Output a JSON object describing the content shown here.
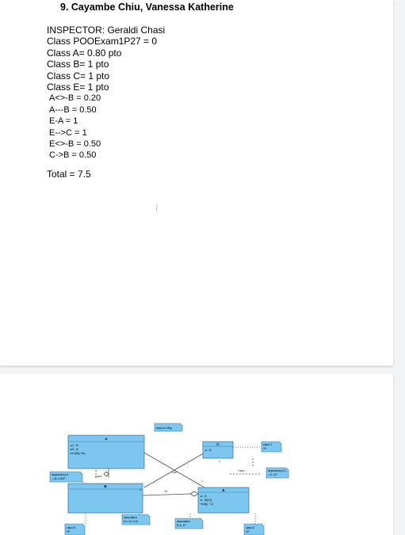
{
  "document": {
    "heading": "9. Cayambe Chiu, Vanessa Katherine",
    "grading": [
      "INSPECTOR: Geraldi Chasi",
      "Class POOExam1P27 = 0",
      "Class A= 0.80 pto",
      "Class B= 1 pto",
      "Class C= 1 pto",
      "Class E= 1 pto",
      "A<>-B = 0.20",
      "A---B = 0.50",
      "E-A = 1",
      "E-->C = 1",
      "E<>-B = 0.50",
      "C->B = 0.50"
    ],
    "total": "Total = 7.5",
    "cursor_glyph": "I"
  },
  "diagram": {
    "classes": {
      "A": {
        "name": "A",
        "attrs": [
          "-a1 : B",
          "-b2 : B",
          "+m1(By, Bx)"
        ]
      },
      "B": {
        "name": "B"
      },
      "C": {
        "name": "C",
        "attrs": [
          "-a : B"
        ]
      },
      "E": {
        "name": "E",
        "attrs": [
          "-a : A",
          "-b : B[10]",
          "+m2(p : C)"
        ]
      }
    },
    "notes": {
      "classA": "class A 0.80p",
      "classC": [
        "class C",
        "1P"
      ],
      "dependencyB": [
        "dependency B--",
        "->C: 1P"
      ],
      "dependencyA": [
        "dependency A",
        "-->B: 0.50P"
      ],
      "classB": [
        "class B",
        "1P"
      ],
      "associationAB": [
        "association",
        "A<>-B: 0.20"
      ],
      "associationEA": [
        "association",
        "E-A: 1P"
      ],
      "classE": [
        "class E",
        "1P"
      ]
    },
    "labels": {
      "uses": "«use»",
      "multiplicity_1": "1",
      "multiplicity_10": "10",
      "role": "*role"
    },
    "colors": {
      "class_fill": "#7cc7ef",
      "class_stroke": "#3a78a8",
      "note_fill": "#7cc7ef",
      "line": "#4a4a4a"
    }
  }
}
